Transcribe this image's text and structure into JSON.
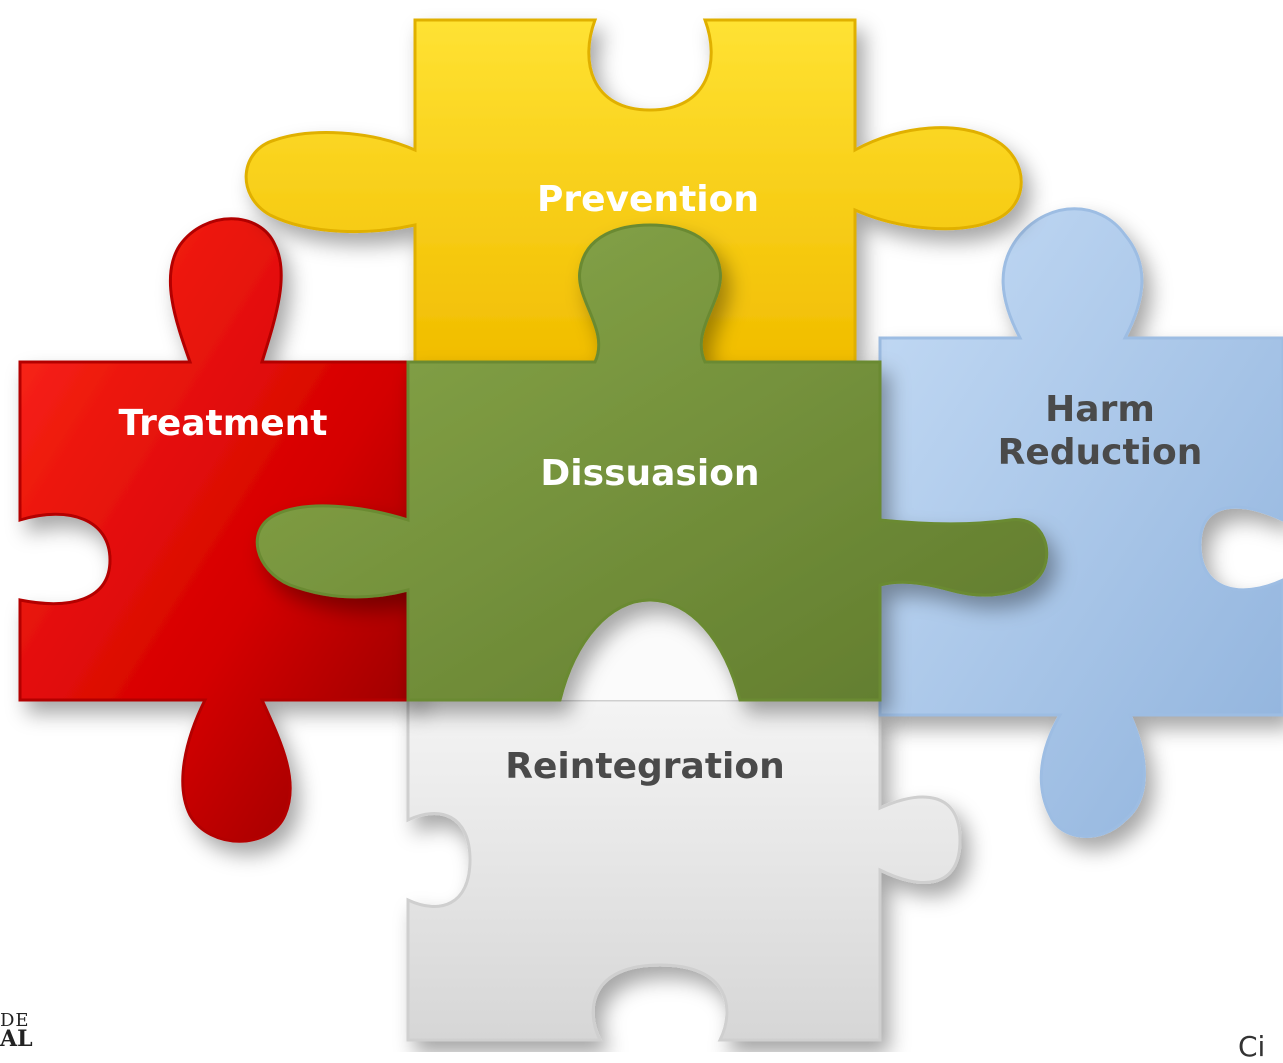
{
  "pieces": {
    "prevention": {
      "label": "Prevention",
      "color": "#F7C600"
    },
    "treatment": {
      "label": "Treatment",
      "color": "#D00000"
    },
    "dissuasion": {
      "label": "Dissuasion",
      "color": "#76923C"
    },
    "harm_reduction": {
      "label_line1": "Harm",
      "label_line2": "Reduction",
      "color": "#A6C4E8"
    },
    "reintegration": {
      "label": "Reintegration",
      "color": "#E4E4E4"
    }
  },
  "logo": {
    "line1": "DE",
    "line2": "AL"
  },
  "corner_text": "Ci"
}
